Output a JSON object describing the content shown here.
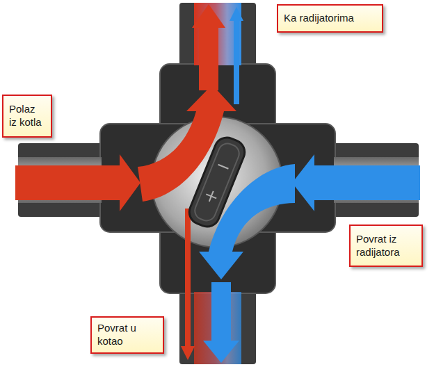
{
  "diagram": {
    "nodes": [
      {
        "text": [
          "Ka radijatorima"
        ]
      },
      {
        "text": [
          "Polaz iz kotla"
        ]
      },
      {
        "text": [
          "Povrat iz radijatora"
        ]
      },
      {
        "text": [
          "Povrat u kotao"
        ]
      }
    ]
  }
}
